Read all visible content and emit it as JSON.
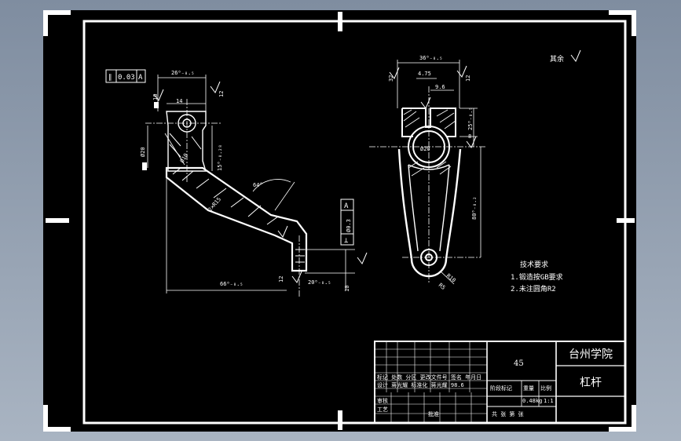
{
  "drawing": {
    "surface_roughness_note": "其余",
    "tech_requirements_title": "技术要求",
    "tech_requirements": [
      "1.锻造按GB要求",
      "2.未注圆角R2"
    ],
    "material": "45",
    "school": "台州学院",
    "part_name": "杠杆",
    "mass": "0.48kg",
    "scale": "1:1",
    "title_block_rows": [
      "标记 处数 分区 更改文件号 签名 年月日",
      "设计 蒋光耀 标准化 蒋光耀 98.6"
    ],
    "title_block_labels": {
      "stage_mark": "阶段标记",
      "weight": "重量",
      "ratio": "比例",
      "review": "审核",
      "process": "工艺",
      "approve": "批准",
      "sheets": "共 张 第 张"
    },
    "gdt_1": {
      "symbol": "∥",
      "value": "0.03",
      "datum": "A"
    },
    "gdt_2": {
      "symbol": "⊥",
      "value": "Ø0.3",
      "datum": "A"
    },
    "dims": {
      "d_26": "26⁰₋₀.₅",
      "d_14": "14",
      "d_12": "12",
      "d_16": "16",
      "d_20": "Ø20",
      "d_15": "15⁰₋₀.₂₈",
      "d_64": "64°",
      "d_2R": "2×R15",
      "d_10": "Ø10",
      "d_66": "66⁰₋₀.₅",
      "d_12b": "12",
      "d_20b": "20⁰₋₀.₅",
      "d_10b": "10",
      "d_36": "36⁰₋₀.₅",
      "d_4": "4.75",
      "d_9": "9.6",
      "d_32": "32",
      "d_12c": "12",
      "d_25": "25⁰₋₀.₅",
      "d_8": "8",
      "d_20c": "Ø20",
      "d_80": "80⁰₋₀.₂",
      "d_R10": "R10",
      "d_R5": "R5"
    }
  }
}
